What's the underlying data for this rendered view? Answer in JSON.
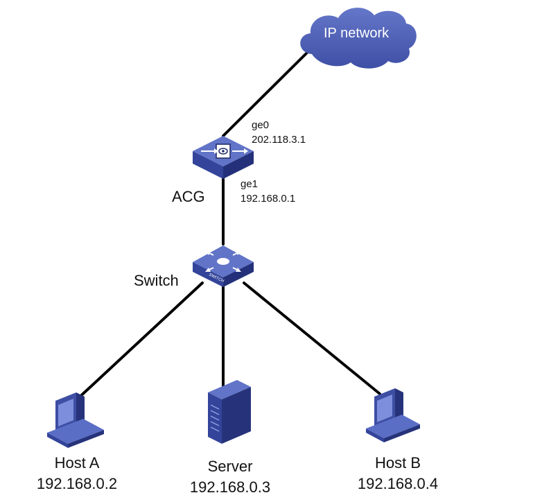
{
  "cloud": {
    "label": "IP network"
  },
  "acg": {
    "name": "ACG",
    "ge0": {
      "name": "ge0",
      "ip": "202.118.3.1"
    },
    "ge1": {
      "name": "ge1",
      "ip": "192.168.0.1"
    }
  },
  "switch": {
    "name": "Switch",
    "badge": "SWITCH"
  },
  "hosts": [
    {
      "name": "Host A",
      "ip": "192.168.0.2"
    },
    {
      "name": "Server",
      "ip": "192.168.0.3"
    },
    {
      "name": "Host B",
      "ip": "192.168.0.4"
    }
  ],
  "colors": {
    "device_blue": "#3d4ea3",
    "device_top": "#5a6ec6",
    "device_dark": "#26337a",
    "link": "#000000"
  }
}
